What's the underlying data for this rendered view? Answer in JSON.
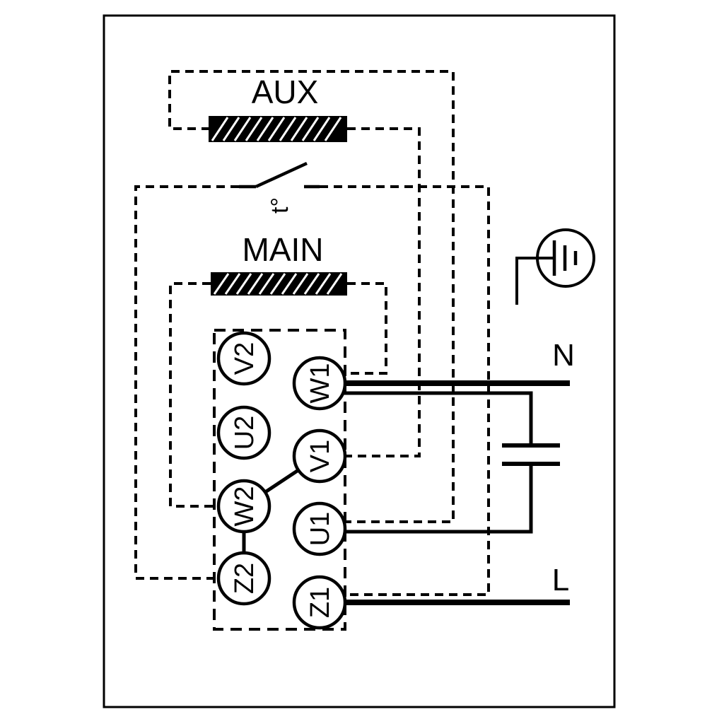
{
  "diagram": {
    "labels": {
      "aux": "AUX",
      "main": "MAIN",
      "thermal_switch": "t°",
      "neutral": "N",
      "line": "L"
    },
    "terminals": {
      "left": [
        "V2",
        "U2",
        "W2",
        "Z2"
      ],
      "right": [
        "W1",
        "V1",
        "U1",
        "Z1"
      ]
    },
    "colors": {
      "ink": "#000000",
      "background": "#ffffff"
    }
  }
}
